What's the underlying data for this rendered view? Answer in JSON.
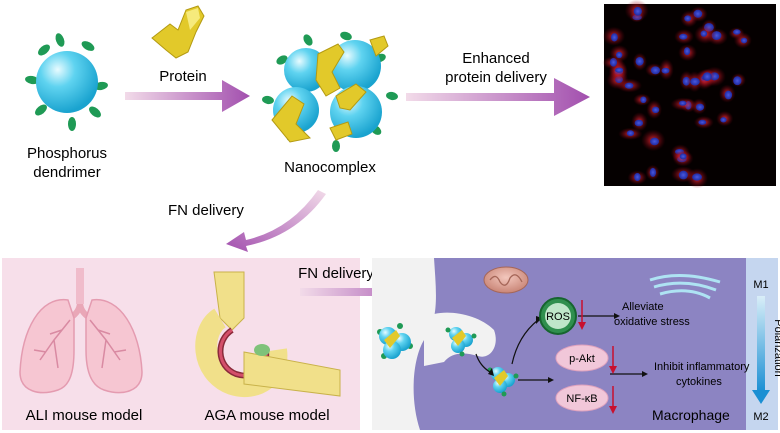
{
  "labels": {
    "dendrimer_line1": "Phosphorus",
    "dendrimer_line2": "dendrimer",
    "protein": "Protein",
    "nanocomplex": "Nanocomplex",
    "enhanced_line1": "Enhanced",
    "enhanced_line2": "protein delivery",
    "fn_delivery_1": "FN delivery",
    "fn_delivery_2": "FN delivery",
    "ali_model": "ALI mouse model",
    "aga_model": "AGA mouse model",
    "ros": "ROS",
    "alleviate_line1": "Alleviate",
    "alleviate_line2": "oxidative stress",
    "pakt": "p-Akt",
    "nfkb": "NF-κB",
    "inhibit_line1": "Inhibit inflammatory",
    "inhibit_line2": "cytokines",
    "macrophage": "Macrophage",
    "m1": "M1",
    "polarization": "Polarization",
    "m2": "M2"
  },
  "colors": {
    "arrow_purple": "#a75bb0",
    "sphere_blue": "#35c3e6",
    "protein_yellow": "#e5cf2c",
    "terminal_green": "#1f9a55",
    "cell_purple": "#8c84c2",
    "panel_pink": "#f7dfea",
    "ros_green": "#1f8a47",
    "pink_circle": "#f1c7d9",
    "down_red": "#c8102e",
    "polar_blue": "#1aa1dc"
  }
}
